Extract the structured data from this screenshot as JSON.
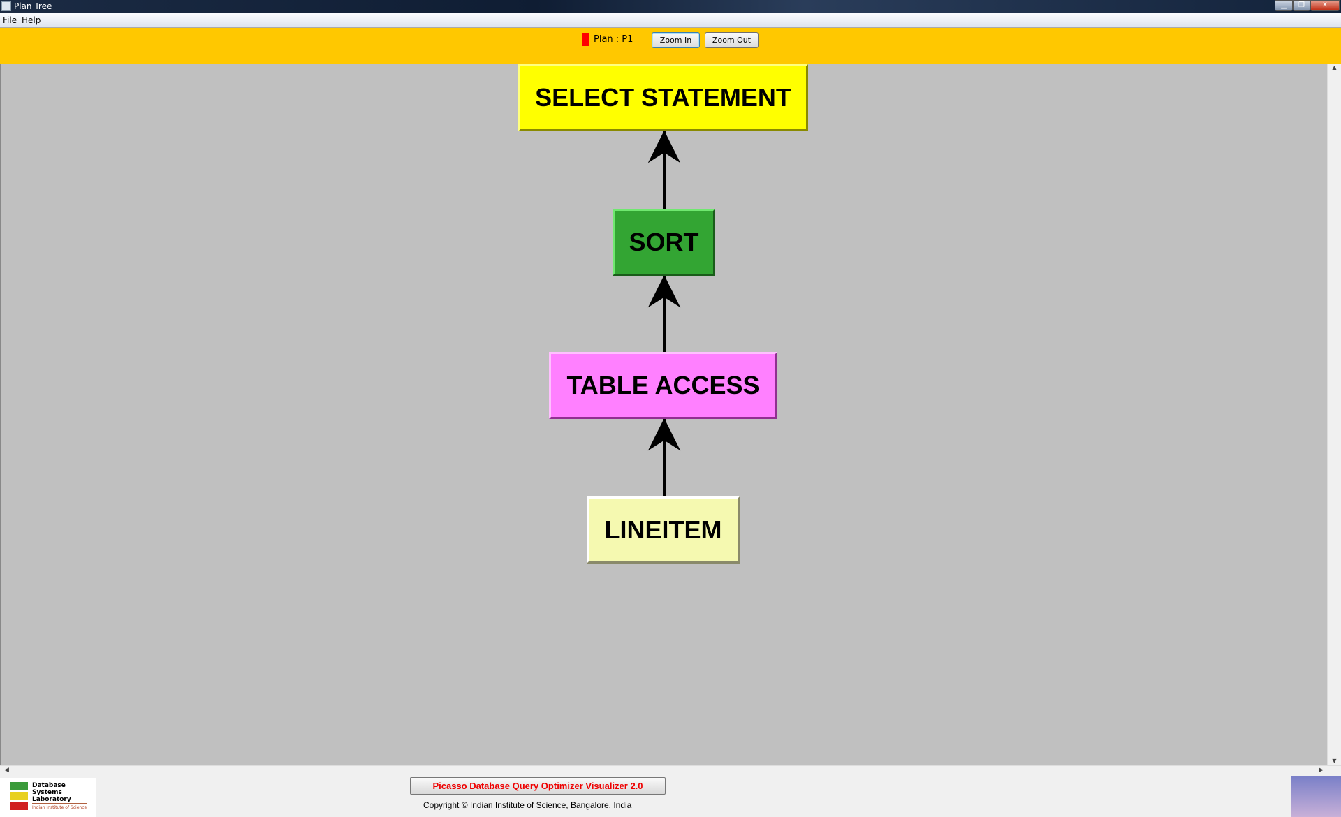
{
  "window": {
    "title": "Plan Tree",
    "controls": [
      "minimize",
      "maximize",
      "close"
    ]
  },
  "menu": [
    "File",
    "Help"
  ],
  "toolbar": {
    "plan_label": "Plan : P1",
    "plan_color": "#ff0000",
    "zoom_in": "Zoom In",
    "zoom_out": "Zoom Out"
  },
  "tree": {
    "nodes": [
      {
        "label": "SELECT STATEMENT",
        "color": "#ffff00"
      },
      {
        "label": "SORT",
        "color": "#33a533"
      },
      {
        "label": "TABLE ACCESS",
        "color": "#ff80ff"
      },
      {
        "label": "LINEITEM",
        "color": "#f5f9b0"
      }
    ]
  },
  "footer": {
    "title": "Picasso Database Query Optimizer Visualizer 2.0",
    "copyright": "Copyright © Indian Institute of Science, Bangalore, India",
    "logo": {
      "lines": [
        "Database",
        "Systems",
        "Laboratory"
      ],
      "sub": "Indian Institute of Science"
    }
  }
}
